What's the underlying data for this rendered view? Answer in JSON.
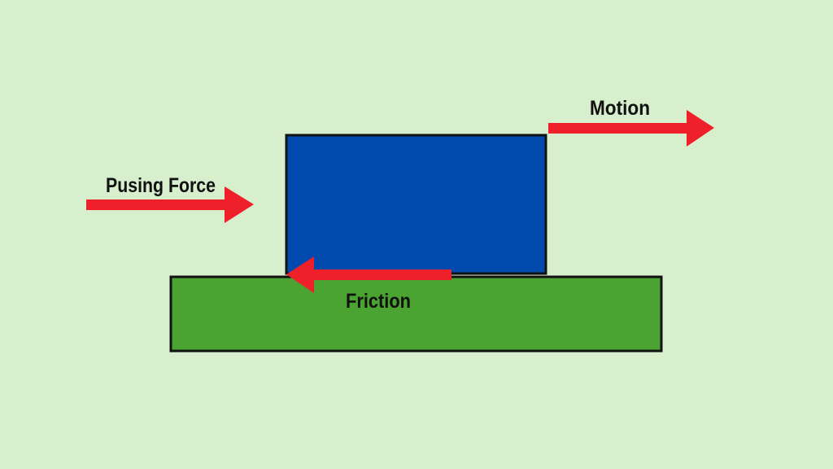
{
  "diagram": {
    "labels": {
      "pushing_force": "Pusing Force",
      "motion": "Motion",
      "friction": "Friction"
    },
    "colors": {
      "background": "#d8efce",
      "block": "#004aad",
      "ground": "#4ba331",
      "arrow": "#f0202a",
      "outline": "#111111",
      "text": "#111111"
    }
  }
}
